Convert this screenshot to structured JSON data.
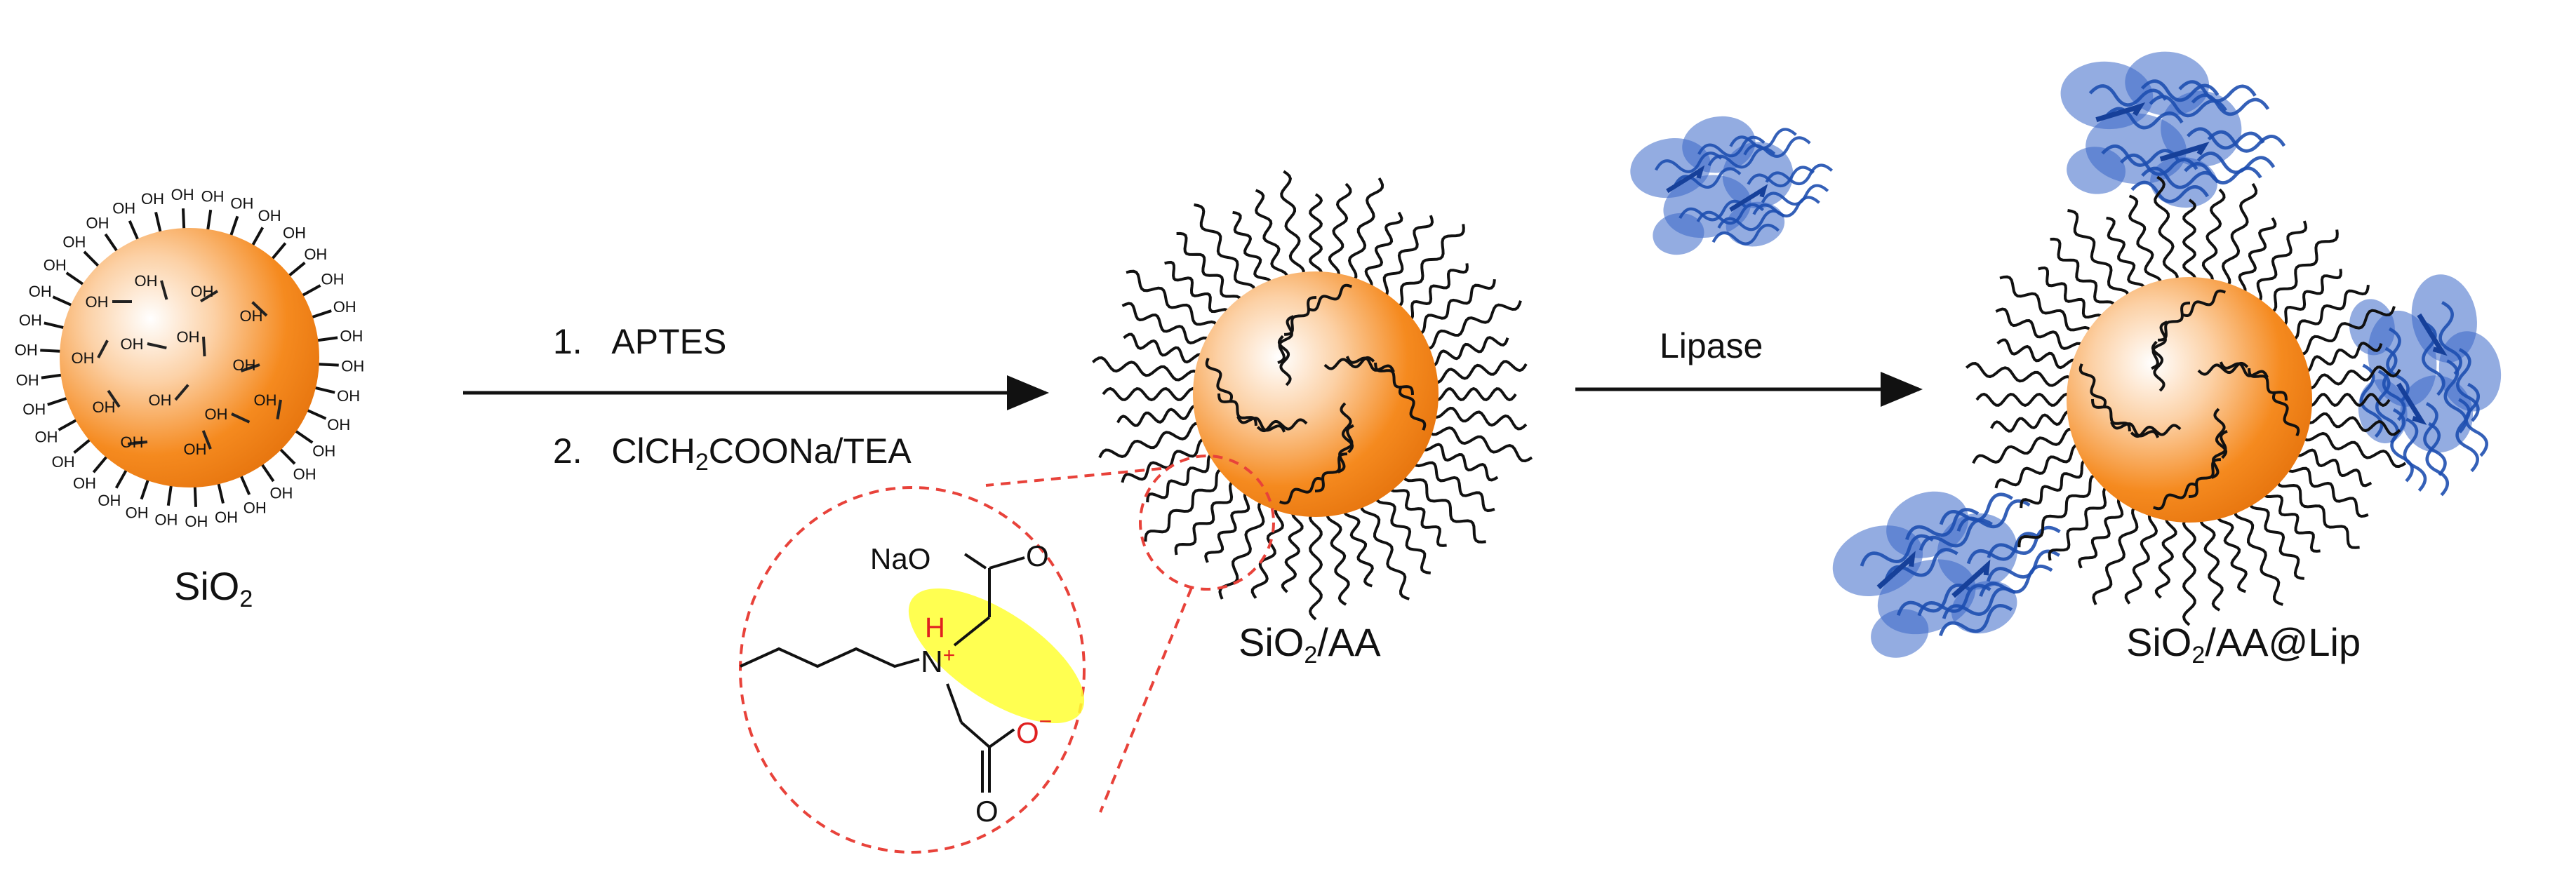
{
  "steps": {
    "step1": {
      "number": "1.",
      "text": "APTES"
    },
    "step2": {
      "number": "2.",
      "text_pre": "ClCH",
      "sub": "2",
      "text_post": "COONa/TEA"
    },
    "step3": {
      "text": "Lipase"
    }
  },
  "particles": {
    "silica": {
      "base": "SiO",
      "sub": "2",
      "suffix": ""
    },
    "functionalized": {
      "base": "SiO",
      "sub": "2",
      "suffix": "/AA"
    },
    "immobilized": {
      "base": "SiO",
      "sub": "2",
      "suffix": "/AA@Lip"
    }
  },
  "surface_group_label": "OH",
  "structure": {
    "naO": "NaO",
    "o_top": "O",
    "o_bottom": "O",
    "nh": "H",
    "n": "N",
    "n_charge": "+",
    "o_minus": "O",
    "o_minus_charge": "−"
  },
  "colors": {
    "particle_core": "#f58a1f",
    "particle_highlight": "#ffffff",
    "highlight_ellipse": "#ffff33",
    "dashed_circle": "#e8423a",
    "protein": "#3a67c8",
    "charge_text": "#e02020"
  },
  "icons": {
    "protein": "lipase-protein-icon",
    "chain": "wavy-ligand-chain",
    "arrow": "reaction-arrow"
  }
}
